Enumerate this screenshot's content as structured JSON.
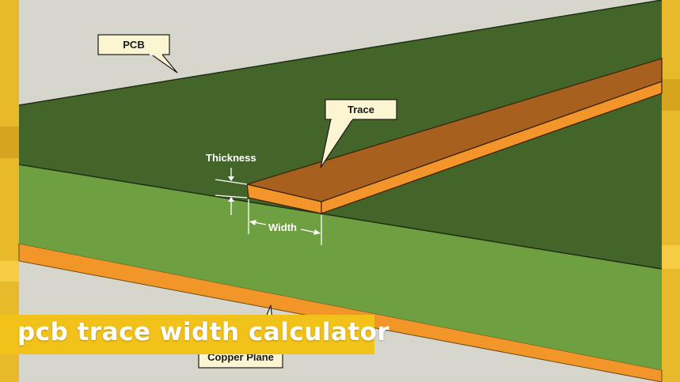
{
  "diagram": {
    "labels": {
      "pcb": "PCB",
      "trace": "Trace",
      "thickness": "Thickness",
      "width": "Width",
      "copper_plane": "Copper Plane"
    },
    "caption": "pcb trace width calculator"
  },
  "colors": {
    "frame_yellow": "#e8b92a",
    "background_gray": "#d7d6cd",
    "board_top_dark_green": "#44652a",
    "board_side_light_green": "#6e9f40",
    "copper_orange": "#f2962a",
    "trace_top_brown": "#a8601e",
    "trace_side_orange": "#f3952b",
    "callout_fill": "#fbf5d1",
    "caption_bar": "#f2c21a"
  }
}
